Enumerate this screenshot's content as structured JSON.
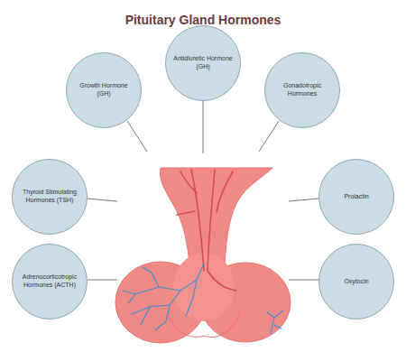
{
  "diagram": {
    "title": "Pituitary Gland Hormones",
    "nodes": [
      {
        "text": [
          "Growth Hormone (GH)"
        ]
      },
      {
        "text": [
          "Antidiuretic Hormone (GH)"
        ]
      },
      {
        "text": [
          "Gonadotropic Hormones"
        ]
      },
      {
        "text": [
          "Thyroid Stimulating Hormones (TSH)"
        ]
      },
      {
        "text": [
          "Prolactin"
        ]
      },
      {
        "text": [
          "Adrenocorticotropic Hormones (ACTH)"
        ]
      },
      {
        "text": [
          "Oxytocin"
        ]
      }
    ]
  }
}
